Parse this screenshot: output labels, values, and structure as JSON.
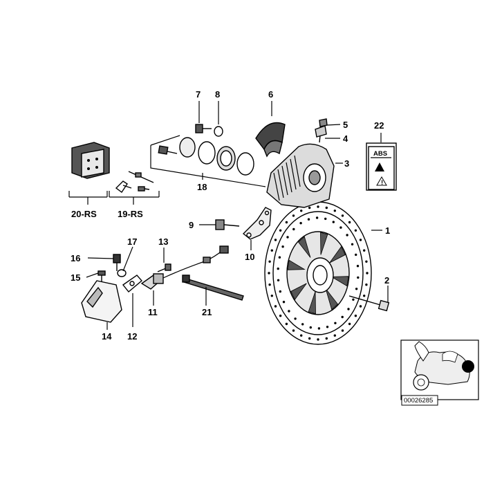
{
  "diagram": {
    "labels": [
      {
        "id": "1",
        "text": "1"
      },
      {
        "id": "2",
        "text": "2"
      },
      {
        "id": "3",
        "text": "3"
      },
      {
        "id": "4",
        "text": "4"
      },
      {
        "id": "5",
        "text": "5"
      },
      {
        "id": "6",
        "text": "6"
      },
      {
        "id": "7",
        "text": "7"
      },
      {
        "id": "8",
        "text": "8"
      },
      {
        "id": "9",
        "text": "9"
      },
      {
        "id": "10",
        "text": "10"
      },
      {
        "id": "11",
        "text": "11"
      },
      {
        "id": "12",
        "text": "12"
      },
      {
        "id": "13",
        "text": "13"
      },
      {
        "id": "14",
        "text": "14"
      },
      {
        "id": "15",
        "text": "15"
      },
      {
        "id": "16",
        "text": "16"
      },
      {
        "id": "17",
        "text": "17"
      },
      {
        "id": "18",
        "text": "18"
      },
      {
        "id": "19rs",
        "text": "19-RS"
      },
      {
        "id": "20rs",
        "text": "20-RS"
      },
      {
        "id": "21",
        "text": "21"
      },
      {
        "id": "22",
        "text": "22"
      }
    ],
    "abs_sticker_text": "ABS",
    "thumbnail_code": "00026285"
  }
}
